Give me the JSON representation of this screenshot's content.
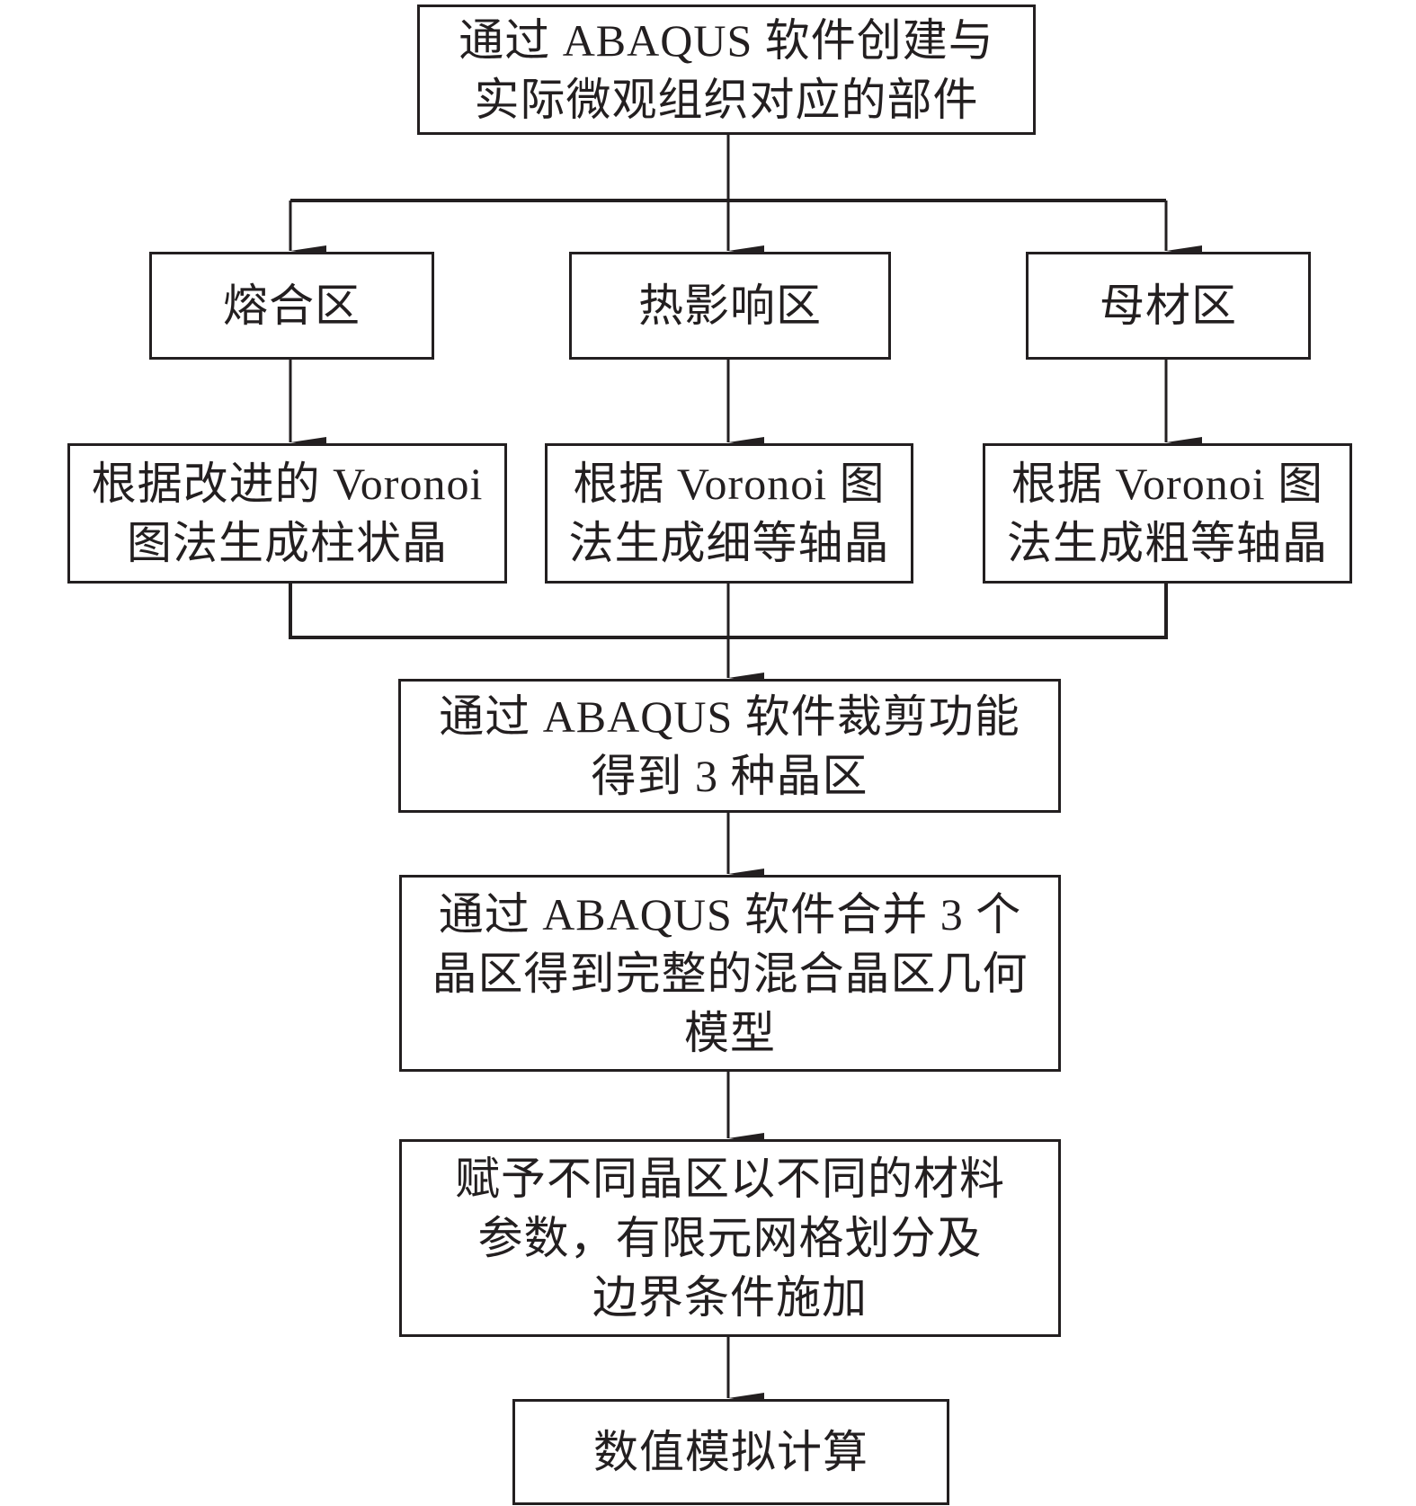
{
  "flowchart": {
    "nodes": {
      "create_part": {
        "lines": [
          "通过 ABAQUS 软件创建与",
          "实际微观组织对应的部件"
        ]
      },
      "fusion_zone": {
        "lines": [
          "熔合区"
        ]
      },
      "haz": {
        "lines": [
          "热影响区"
        ]
      },
      "base_metal": {
        "lines": [
          "母材区"
        ]
      },
      "columnar": {
        "lines": [
          "根据改进的 Voronoi",
          "图法生成柱状晶"
        ]
      },
      "fine_equiaxed": {
        "lines": [
          "根据 Voronoi 图",
          "法生成细等轴晶"
        ]
      },
      "coarse_equiaxed": {
        "lines": [
          "根据 Voronoi 图",
          "法生成粗等轴晶"
        ]
      },
      "crop": {
        "lines": [
          "通过 ABAQUS 软件裁剪功能",
          "得到 3 种晶区"
        ]
      },
      "merge": {
        "lines": [
          "通过 ABAQUS 软件合并 3 个",
          "晶区得到完整的混合晶区几何",
          "模型"
        ]
      },
      "assign": {
        "lines": [
          "赋予不同晶区以不同的材料",
          "参数，有限元网格划分及",
          "边界条件施加"
        ]
      },
      "simulate": {
        "lines": [
          "数值模拟计算"
        ]
      }
    },
    "edges": [
      [
        "create_part",
        "fusion_zone"
      ],
      [
        "create_part",
        "haz"
      ],
      [
        "create_part",
        "base_metal"
      ],
      [
        "fusion_zone",
        "columnar"
      ],
      [
        "haz",
        "fine_equiaxed"
      ],
      [
        "base_metal",
        "coarse_equiaxed"
      ],
      [
        "columnar",
        "crop"
      ],
      [
        "fine_equiaxed",
        "crop"
      ],
      [
        "coarse_equiaxed",
        "crop"
      ],
      [
        "crop",
        "merge"
      ],
      [
        "merge",
        "assign"
      ],
      [
        "assign",
        "simulate"
      ]
    ]
  }
}
